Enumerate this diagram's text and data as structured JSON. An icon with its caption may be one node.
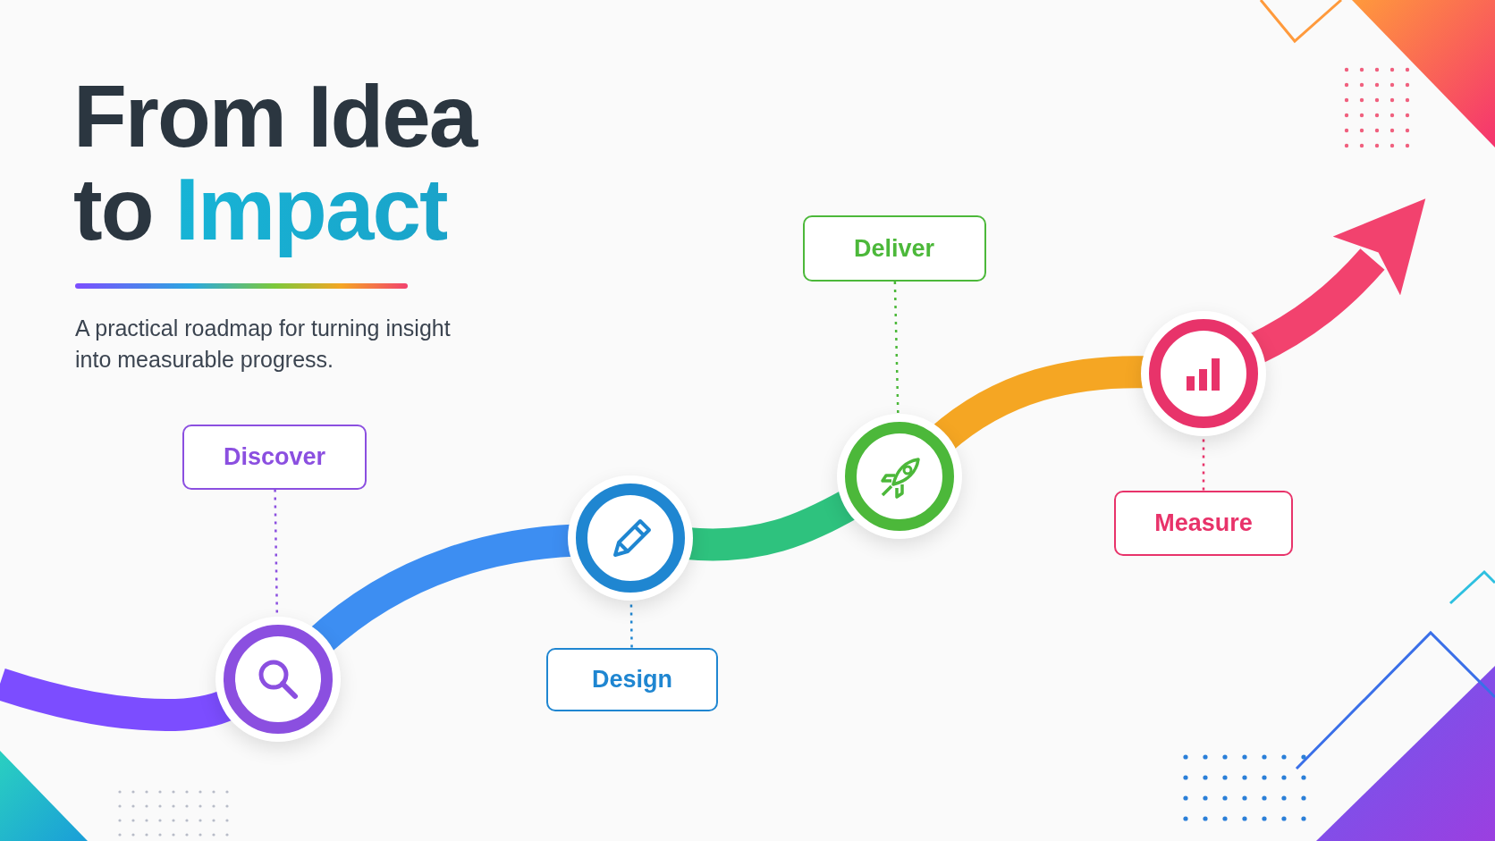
{
  "diagram": {
    "title": "From Idea to Impact",
    "nodes": [
      {
        "text": [
          "Discover"
        ]
      },
      {
        "text": [],
        "shape": "circle"
      },
      {
        "text": [],
        "shape": "circle"
      },
      {
        "text": [
          "Design"
        ]
      },
      {
        "text": [
          "Deliver"
        ]
      },
      {
        "text": [],
        "shape": "circle"
      },
      {
        "text": [],
        "shape": "circle"
      },
      {
        "text": [
          "Measure"
        ]
      }
    ],
    "edges": [
      {
        "from": null,
        "to": 1,
        "arrow": "none",
        "color": "#7c4dff"
      },
      {
        "from": 1,
        "to": 2,
        "arrow": "none",
        "color": "#3d8ef2"
      },
      {
        "from": 2,
        "to": 5,
        "arrow": "none",
        "color": "#2ec27e"
      },
      {
        "from": 5,
        "to": 6,
        "arrow": "none",
        "color": "#f5a623"
      },
      {
        "from": 6,
        "to": null,
        "arrow": "to",
        "color": "#f2426e"
      },
      {
        "from": 0,
        "to": 1,
        "arrow": "other",
        "style": "dashed",
        "color": "#8b4fe0"
      },
      {
        "from": 3,
        "to": 2,
        "arrow": "other",
        "style": "dashed",
        "color": "#1f86d1"
      },
      {
        "from": 4,
        "to": 5,
        "arrow": "other",
        "style": "dashed",
        "color": "#4cb83a"
      },
      {
        "from": 7,
        "to": 6,
        "arrow": "other",
        "style": "dashed",
        "color": "#e8336a"
      }
    ],
    "labels": [
      "A practical roadmap for turning insight into measurable progress."
    ]
  }
}
